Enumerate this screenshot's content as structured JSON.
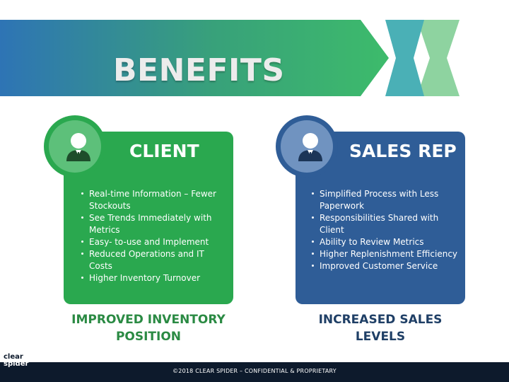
{
  "banner": {
    "title": "BENEFITS",
    "gradient_start": "#2e74b5",
    "gradient_end": "#3dbb6b",
    "chevron_color_1": "#4ab0b6",
    "chevron_color_2": "#8ed3a0"
  },
  "client": {
    "title": "CLIENT",
    "color": "#2aa84f",
    "bullets": [
      "Real-time Information – Fewer Stockouts",
      "See Trends Immediately with Metrics",
      "Easy- to-use and Implement",
      "Reduced Operations and IT Costs",
      "Higher Inventory  Turnover"
    ],
    "caption": "IMPROVED INVENTORY POSITION"
  },
  "sales_rep": {
    "title": "SALES REP",
    "color": "#2f5d97",
    "bullets": [
      "Simplified Process with Less Paperwork",
      "Responsibilities Shared with Client",
      "Ability to Review Metrics",
      "Higher Replenishment Efficiency",
      "Improved Customer Service"
    ],
    "caption": "INCREASED SALES LEVELS"
  },
  "footer": {
    "text": "©2018 CLEAR SPIDER – CONFIDENTIAL & PROPRIETARY",
    "logo_line1": "clear",
    "logo_line2": "spider"
  },
  "icons": {
    "client_avatar": "person-icon",
    "rep_avatar": "person-icon"
  }
}
